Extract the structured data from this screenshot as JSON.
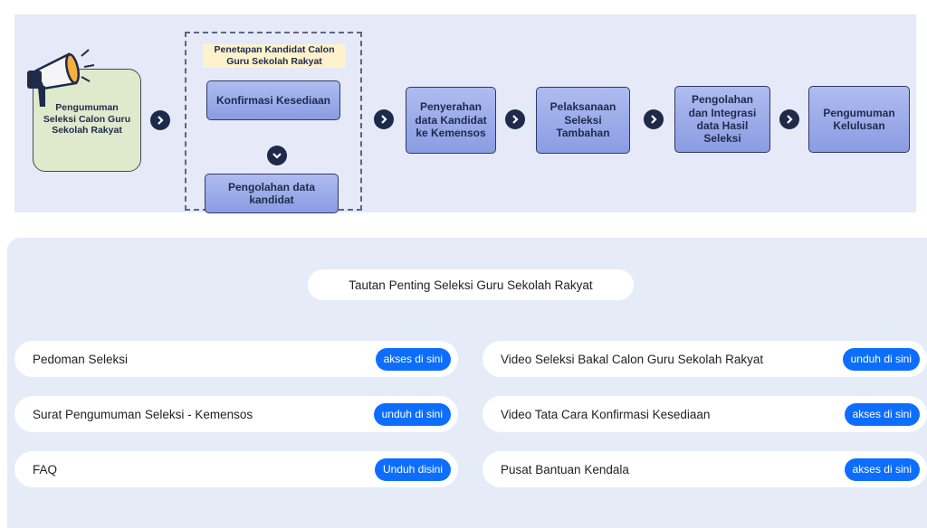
{
  "flow": {
    "announcement": "Pengumuman Seleksi Calon Guru Sekolah Rakyat",
    "group_title": "Penetapan Kandidat Calon Guru Sekolah Rakyat",
    "group_step_1": "Konfirmasi Kesediaan",
    "group_step_2": "Pengolahan data kandidat",
    "step_3": "Penyerahan data Kandidat ke Kemensos",
    "step_4": "Pelaksanaan Seleksi Tambahan",
    "step_5": "Pengolahan dan Integrasi data Hasil Seleksi",
    "step_6": "Pengumuman Kelulusan"
  },
  "links_panel": {
    "title": "Tautan Penting Seleksi Guru Sekolah Rakyat",
    "left": [
      {
        "label": "Pedoman Seleksi",
        "button": "akses di sini"
      },
      {
        "label": "Surat Pengumuman Seleksi - Kemensos",
        "button": "unduh di sini"
      },
      {
        "label": "FAQ",
        "button": "Unduh disini"
      }
    ],
    "right": [
      {
        "label": "Video Seleksi Bakal Calon Guru Sekolah Rakyat",
        "button": "unduh di sini"
      },
      {
        "label": "Video Tata Cara Konfirmasi Kesediaan",
        "button": "akses di sini"
      },
      {
        "label": "Pusat Bantuan Kendala",
        "button": "akses di sini"
      }
    ]
  },
  "colors": {
    "flow_bg": "#e6e9f8",
    "step_fill": "#9aabe9",
    "announce_fill": "#dfeacd",
    "arrow_circle": "#1e2a4a",
    "link_button": "#0d6efd",
    "panel_bg": "#e6ebf8"
  },
  "icons": [
    "megaphone-icon",
    "chevron-right-icon",
    "chevron-down-icon"
  ]
}
